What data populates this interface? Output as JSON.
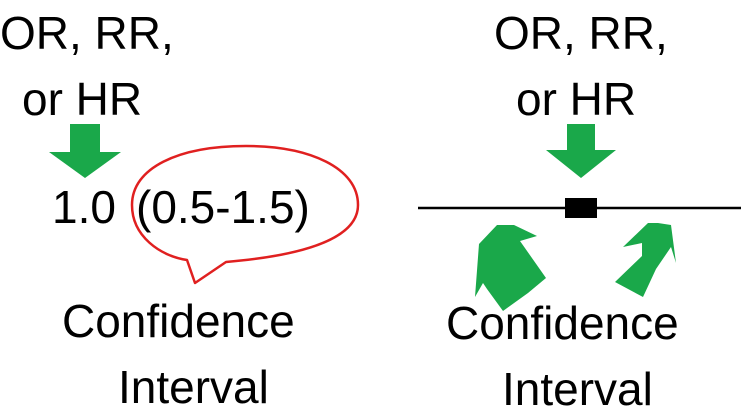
{
  "left_panel": {
    "measure_line1": "OR, RR,",
    "measure_line2": "or HR",
    "point_estimate": "1.0",
    "interval_text": "(0.5-1.5)",
    "caption_line1": "Confidence",
    "caption_line2": "Interval"
  },
  "right_panel": {
    "measure_line1": "OR, RR,",
    "measure_line2": "or HR",
    "caption_line1": "Confidence",
    "caption_line2": "Interval"
  },
  "colors": {
    "arrow_green": "#1aa84a",
    "callout_red": "#e02020",
    "text": "#000000"
  }
}
